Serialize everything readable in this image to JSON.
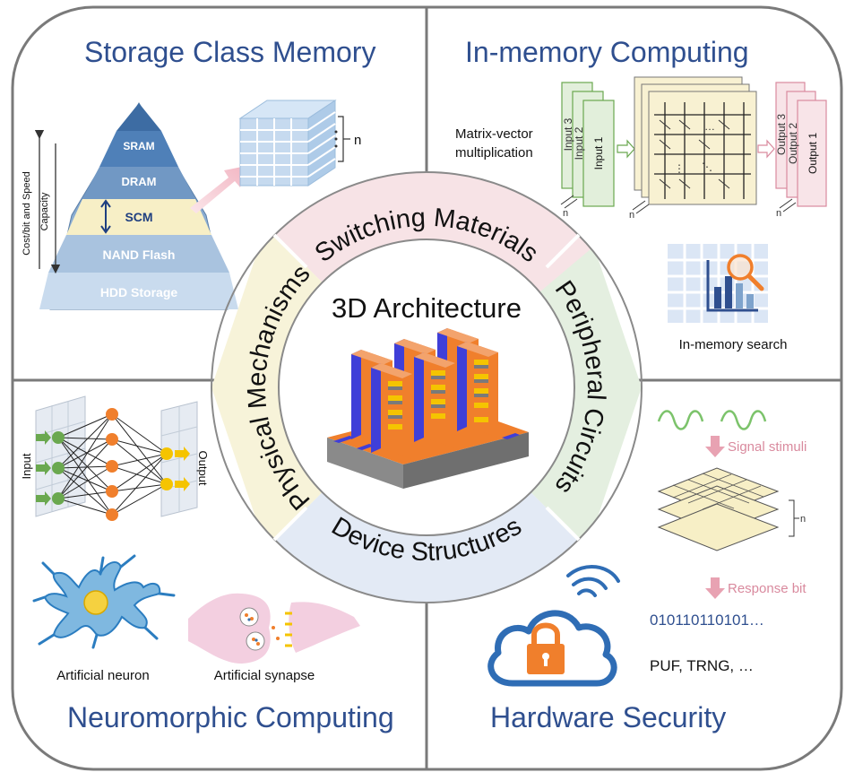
{
  "quadrants": {
    "storage_class_memory": {
      "title": "Storage Class Memory",
      "pyramid_levels": [
        "SRAM",
        "DRAM",
        "SCM",
        "NAND Flash",
        "HDD Storage"
      ],
      "axis_cost": "Cost/bit and Speed",
      "axis_capacity": "Capacity",
      "stack_label": "n"
    },
    "in_memory_computing": {
      "title": "In-memory Computing",
      "mvm_label_1": "Matrix-vector",
      "mvm_label_2": "multiplication",
      "inputs": [
        "Input 1",
        "Input 2",
        "Input 3"
      ],
      "outputs": [
        "Output 1",
        "Output 2",
        "Output 3"
      ],
      "n_label": "n",
      "search_label": "In-memory search"
    },
    "neuromorphic_computing": {
      "title": "Neuromorphic Computing",
      "input_label": "Input",
      "output_label": "Output",
      "neuron_label": "Artificial neuron",
      "synapse_label": "Artificial synapse"
    },
    "hardware_security": {
      "title": "Hardware Security",
      "signal_label": "Signal stimuli",
      "response_label": "Response bit",
      "bits": "010110110101…",
      "apps": "PUF, TRNG, …",
      "n_label": "n"
    }
  },
  "center": {
    "title": "3D Architecture",
    "ring_segments": [
      "Switching Materials",
      "Peripheral Circuits",
      "Device Structures",
      "Physical Mechanisms"
    ]
  },
  "colors": {
    "title_blue": "#2f4f8f",
    "ring_pink": "#f7e3e6",
    "ring_green": "#e4efe0",
    "ring_blue": "#e3eaf5",
    "ring_yellow": "#f7f3d9",
    "pink_arrow": "#d98a9e"
  }
}
